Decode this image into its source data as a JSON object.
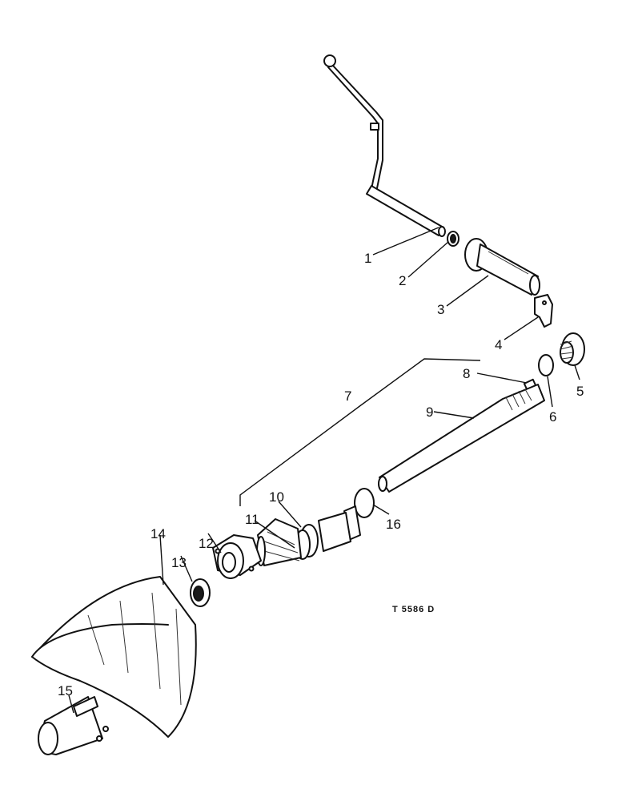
{
  "drawing_reference": "T 5586 D",
  "callouts": {
    "c1": "1",
    "c2": "2",
    "c3": "3",
    "c4": "4",
    "c5": "5",
    "c6": "6",
    "c7": "7",
    "c8": "8",
    "c9": "9",
    "c10": "10",
    "c11": "11",
    "c12": "12",
    "c13": "13",
    "c14": "14",
    "c15": "15",
    "c16": "16"
  }
}
